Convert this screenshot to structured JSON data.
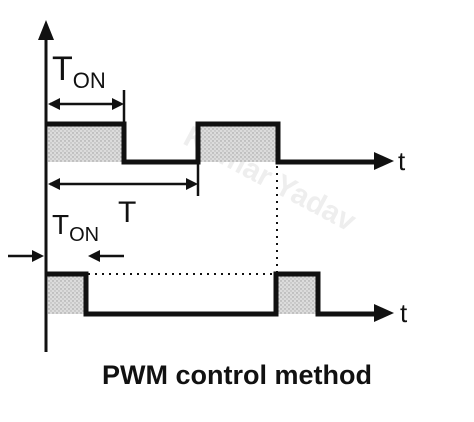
{
  "labels": {
    "ton_top_main": "T",
    "ton_top_sub": "ON",
    "period": "T",
    "ton_bottom_main": "T",
    "ton_bottom_sub": "ON",
    "time_axis_top": "t",
    "time_axis_bottom": "t"
  },
  "caption": "PWM control method",
  "watermark": "Kumar Yadav",
  "colors": {
    "ink": "#111111",
    "pulse_fill": "#d9d9d9",
    "background": "#ffffff"
  }
}
